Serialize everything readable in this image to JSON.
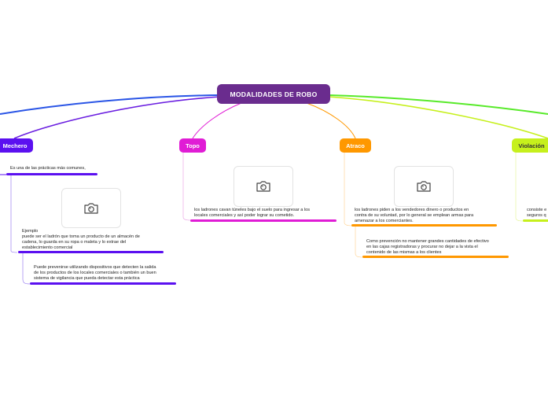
{
  "root": {
    "label": "MODALIDADES DE ROBO",
    "color": "#6a2c8e"
  },
  "branches": [
    {
      "label": "Mechero",
      "color": "#5b10f0",
      "notes": [
        "Es una de las prácticas más comunes,",
        "Ejemplo\npuede ser el ladrón que toma un producto de un almacén de\ncadena, lo guarda en su ropa o maleta y lo extrae del\nestablecimiento comercial",
        "Puede prevenirse utilizando dispositivos que detecten la salida\nde los productos de los locales comerciales o también un buen\nsistema de vigilancia que pueda detectar esta práctica"
      ],
      "image_icon": "camera-icon"
    },
    {
      "label": "Topo",
      "color": "#e01cd5",
      "notes": [
        "los ladrones cavan túneles bajo el suelo para ingresar a los\nlocales comerciales y así poder lograr su cometido."
      ],
      "image_icon": "camera-icon"
    },
    {
      "label": "Atraco",
      "color": "#ff9800",
      "notes": [
        "los ladrones piden a los vendedores dinero o productos en\ncontra de su voluntad, por lo general se emplean armas para\namenazar a los comerciantes.",
        "Como prevención no mantener grandes cantidades de efectivo\nen las cajas registradoras y procurar no dejar a la vista el\ncontenido de las mismas a los clientes"
      ],
      "image_icon": "camera-icon"
    },
    {
      "label": "Violación",
      "color": "#c6f01c",
      "notes": [
        "consiste e\nseguros q"
      ]
    }
  ],
  "edge_colors": {
    "blue": "#2a55e6",
    "green": "#58ea2a"
  }
}
